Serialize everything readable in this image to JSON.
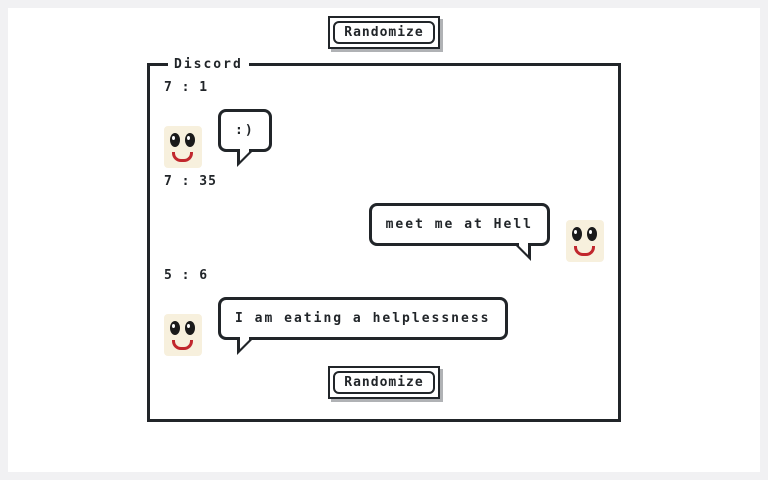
{
  "page": {
    "randomize_top": {
      "label": "Randomize"
    },
    "randomize_bottom": {
      "label": "Randomize"
    }
  },
  "panel": {
    "title": "Discord",
    "messages": [
      {
        "time": "7 : 1",
        "side": "left",
        "text": ":)"
      },
      {
        "time": "7 : 35",
        "side": "right",
        "text": "meet me at Hell"
      },
      {
        "time": "5 : 6",
        "side": "left",
        "text": "I am eating a helplessness"
      }
    ]
  },
  "icons": {
    "avatar": "smiley-face"
  },
  "colors": {
    "border": "#212529",
    "frame": "#f1f1f3",
    "avatar_bg": "#f7f0dd",
    "eye": "#1a1a1a",
    "smile": "#c1272d",
    "button_shadow": "#b0b2b5",
    "background": "#ffffff"
  }
}
